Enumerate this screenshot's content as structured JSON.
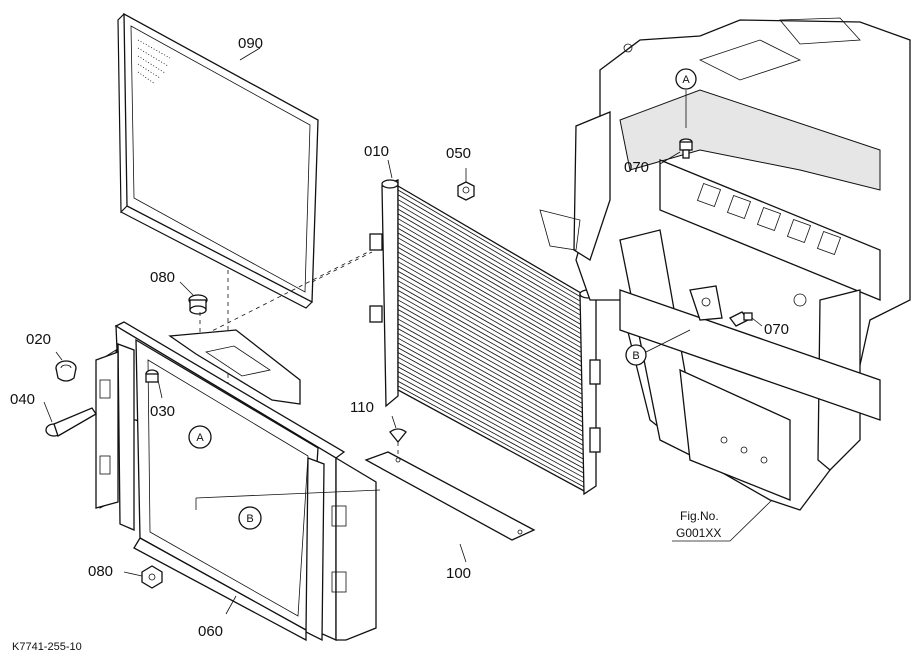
{
  "labels": {
    "p090": "090",
    "p010": "010",
    "p050": "050",
    "p080a": "080",
    "p020": "020",
    "p040": "040",
    "p030": "030",
    "p110": "110",
    "p100": "100",
    "p080b": "080",
    "p060": "060",
    "p070a": "070",
    "p070b": "070"
  },
  "markers": {
    "a_top": "A",
    "a_left": "A",
    "b_left": "B",
    "b_right": "B"
  },
  "figure": {
    "label": "Fig.No.",
    "number": "G001XX"
  },
  "drawing_code": "K7741-255-10"
}
